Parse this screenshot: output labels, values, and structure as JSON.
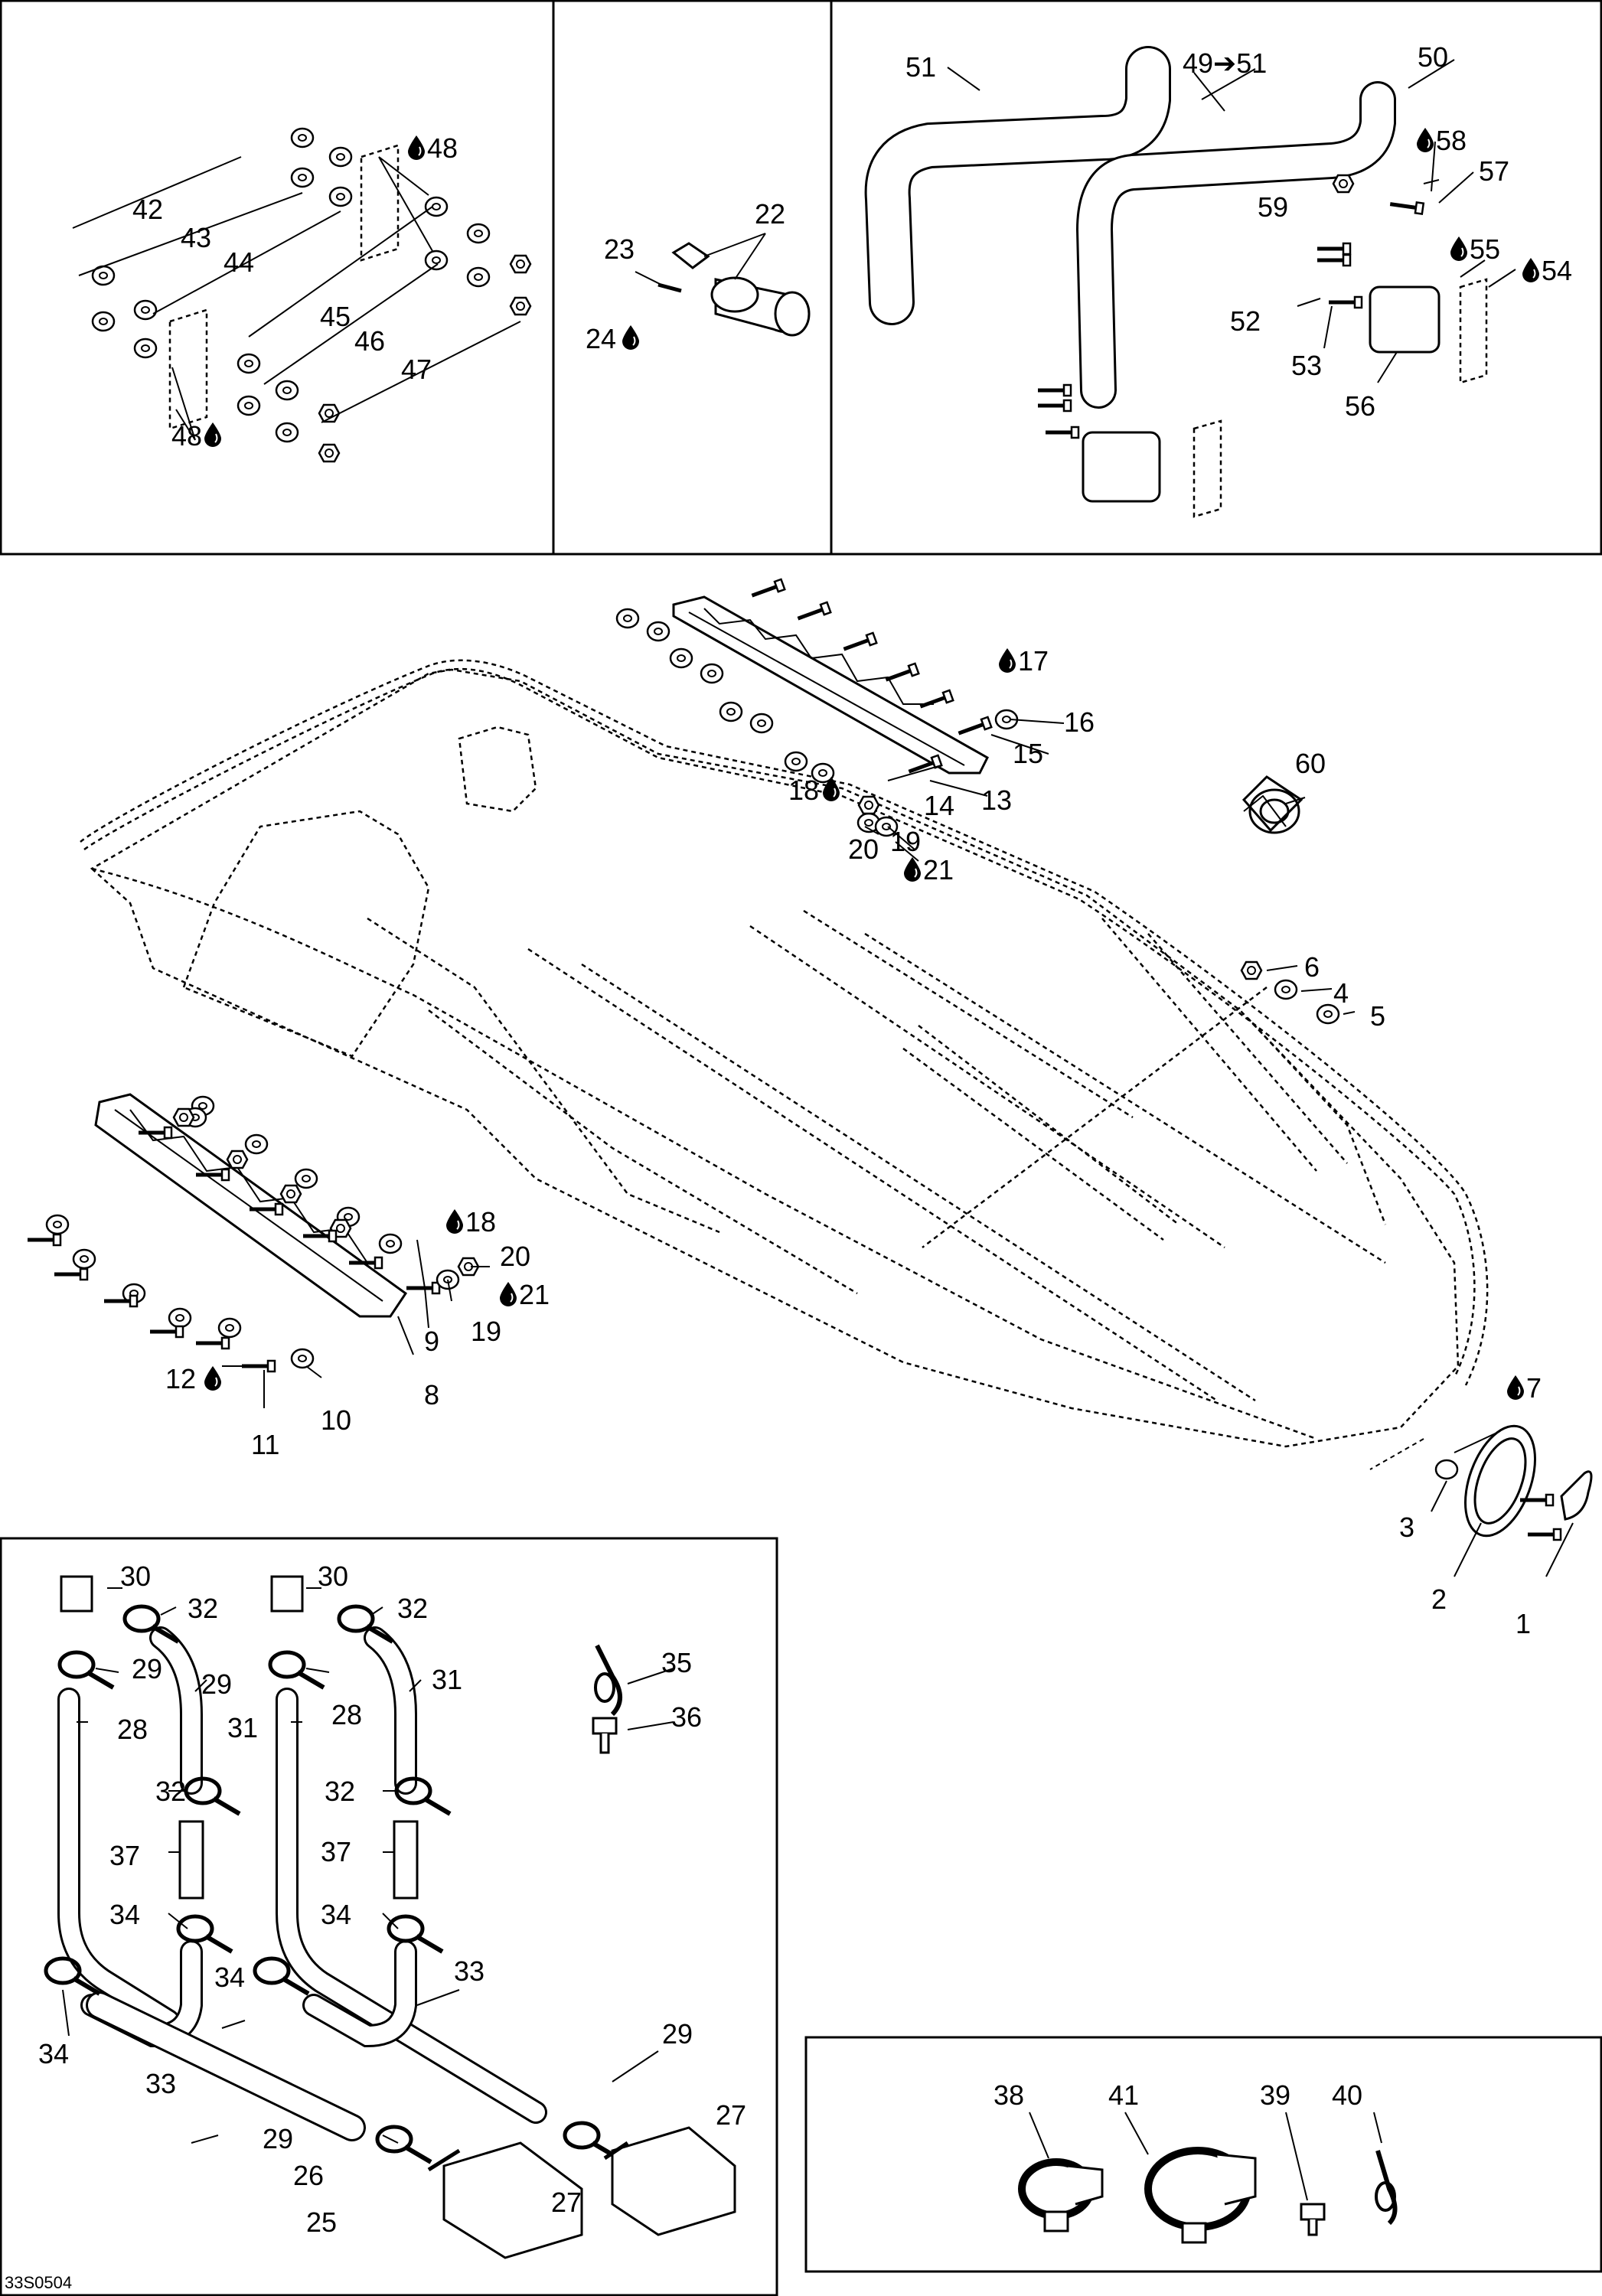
{
  "callouts": {
    "c42": "42",
    "c43": "43",
    "c44": "44",
    "c45": "45",
    "c46": "46",
    "c47": "47",
    "c48a": "48",
    "c48b": "48",
    "c23": "23",
    "c22": "22",
    "c24": "24",
    "c51": "51",
    "c4951": "49➔51",
    "c50": "50",
    "c58": "58",
    "c57": "57",
    "c59": "59",
    "c55": "55",
    "c54": "54",
    "c52": "52",
    "c53": "53",
    "c56": "56",
    "c17": "17",
    "c16": "16",
    "c15": "15",
    "c18a": "18",
    "c14": "14",
    "c13": "13",
    "c19a": "19",
    "c20a": "20",
    "c21a": "21",
    "c60": "60",
    "c6": "6",
    "c4": "4",
    "c5": "5",
    "c18b": "18",
    "c20b": "20",
    "c21b": "21",
    "c9": "9",
    "c19b": "19",
    "c8": "8",
    "c12": "12",
    "c10": "10",
    "c11": "11",
    "c7": "7",
    "c3": "3",
    "c2": "2",
    "c1": "1",
    "c30a": "30",
    "c32a": "32",
    "c29a": "29",
    "c31a": "31",
    "c28a": "28",
    "c32b": "32",
    "c37a": "37",
    "c34a": "34",
    "c34b": "34",
    "c33a": "33",
    "c30b": "30",
    "c32c": "32",
    "c29b": "29",
    "c28b": "28",
    "c31b": "31",
    "c32d": "32",
    "c37b": "37",
    "c34c": "34",
    "c34d": "34",
    "c33b": "33",
    "c35": "35",
    "c36": "36",
    "c29c": "29",
    "c27a": "27",
    "c29d": "29",
    "c26": "26",
    "c27b": "27",
    "c25": "25",
    "c38": "38",
    "c41": "41",
    "c39": "39",
    "c40": "40"
  },
  "drawing_code": "33S0504",
  "icons": {
    "adhesive": "droplet-icon",
    "replaces": "arrow-icon"
  }
}
